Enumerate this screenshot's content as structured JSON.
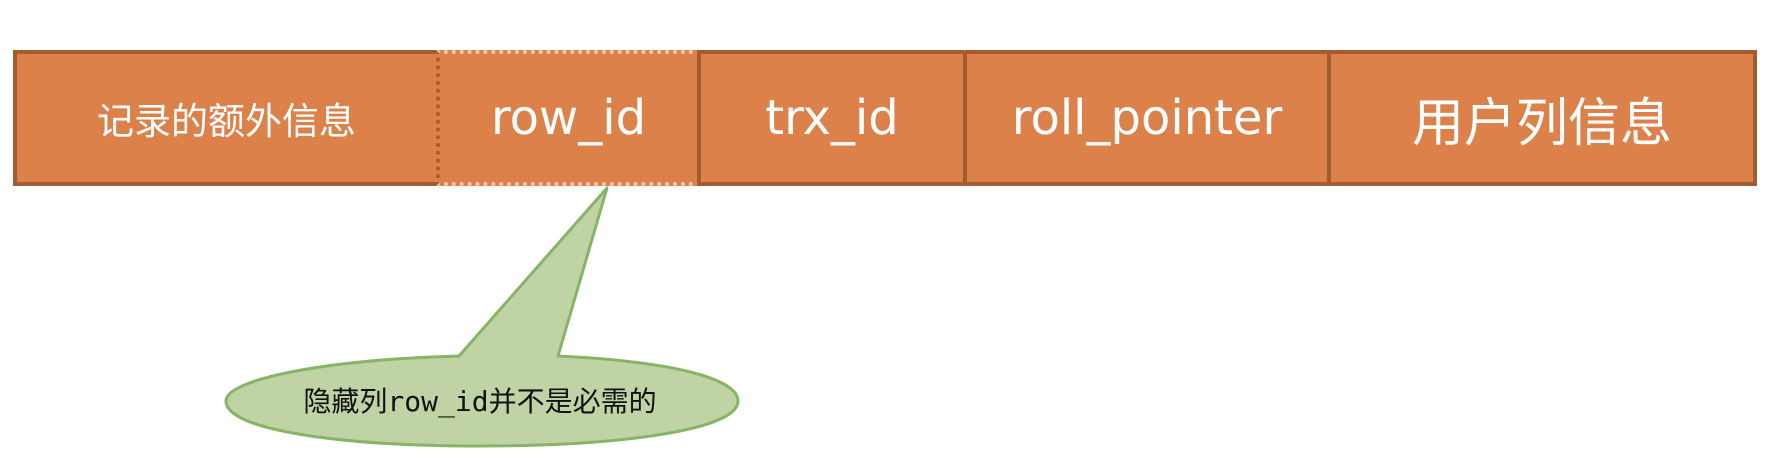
{
  "record": {
    "fields": [
      {
        "label": "记录的额外信息",
        "hidden": false
      },
      {
        "label": "row_id",
        "hidden": true
      },
      {
        "label": "trx_id",
        "hidden": true
      },
      {
        "label": "roll_pointer",
        "hidden": true
      },
      {
        "label": "用户列信息",
        "hidden": false
      }
    ]
  },
  "callout": {
    "text": "隐藏列row_id并不是必需的"
  },
  "colors": {
    "field_fill": "#dd814b",
    "field_border": "#a35c2e",
    "callout_fill": "#c0d3a5",
    "callout_border": "#86b567"
  }
}
